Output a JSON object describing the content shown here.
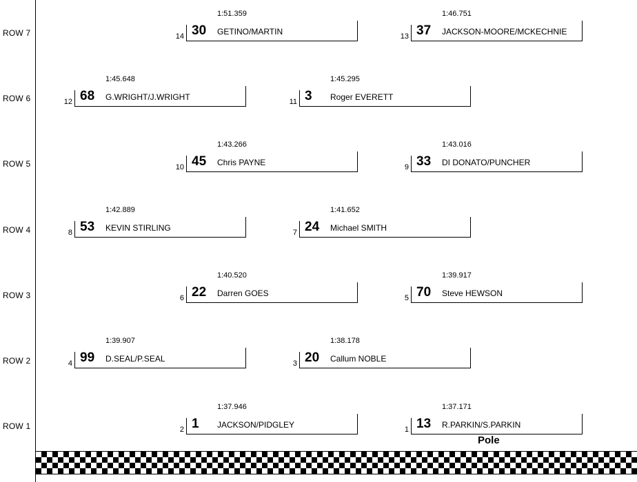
{
  "grid": {
    "rows": [
      {
        "label": "ROW 7",
        "slots": [
          {
            "position": "14",
            "number": "30",
            "driver": "GETINO/MARTIN",
            "time": "1:51.359"
          },
          {
            "position": "13",
            "number": "37",
            "driver": "JACKSON-MOORE/MCKECHNIE",
            "time": "1:46.751"
          }
        ]
      },
      {
        "label": "ROW 6",
        "slots": [
          {
            "position": "12",
            "number": "68",
            "driver": "G.WRIGHT/J.WRIGHT",
            "time": "1:45.648"
          },
          {
            "position": "11",
            "number": "3",
            "driver": "Roger EVERETT",
            "time": "1:45.295"
          }
        ]
      },
      {
        "label": "ROW 5",
        "slots": [
          {
            "position": "10",
            "number": "45",
            "driver": "Chris PAYNE",
            "time": "1:43.266"
          },
          {
            "position": "9",
            "number": "33",
            "driver": "DI DONATO/PUNCHER",
            "time": "1:43.016"
          }
        ]
      },
      {
        "label": "ROW 4",
        "slots": [
          {
            "position": "8",
            "number": "53",
            "driver": "KEVIN STIRLING",
            "time": "1:42.889"
          },
          {
            "position": "7",
            "number": "24",
            "driver": "Michael SMITH",
            "time": "1:41.652"
          }
        ]
      },
      {
        "label": "ROW 3",
        "slots": [
          {
            "position": "6",
            "number": "22",
            "driver": "Darren GOES",
            "time": "1:40.520"
          },
          {
            "position": "5",
            "number": "70",
            "driver": "Steve HEWSON",
            "time": "1:39.917"
          }
        ]
      },
      {
        "label": "ROW 2",
        "slots": [
          {
            "position": "4",
            "number": "99",
            "driver": "D.SEAL/P.SEAL",
            "time": "1:39.907"
          },
          {
            "position": "3",
            "number": "20",
            "driver": "Callum NOBLE",
            "time": "1:38.178"
          }
        ]
      },
      {
        "label": "ROW 1",
        "slots": [
          {
            "position": "2",
            "number": "1",
            "driver": "JACKSON/PIDGLEY",
            "time": "1:37.946"
          },
          {
            "position": "1",
            "number": "13",
            "driver": "R.PARKIN/S.PARKIN",
            "time": "1:37.171"
          }
        ]
      }
    ],
    "pole_label": "Pole"
  }
}
